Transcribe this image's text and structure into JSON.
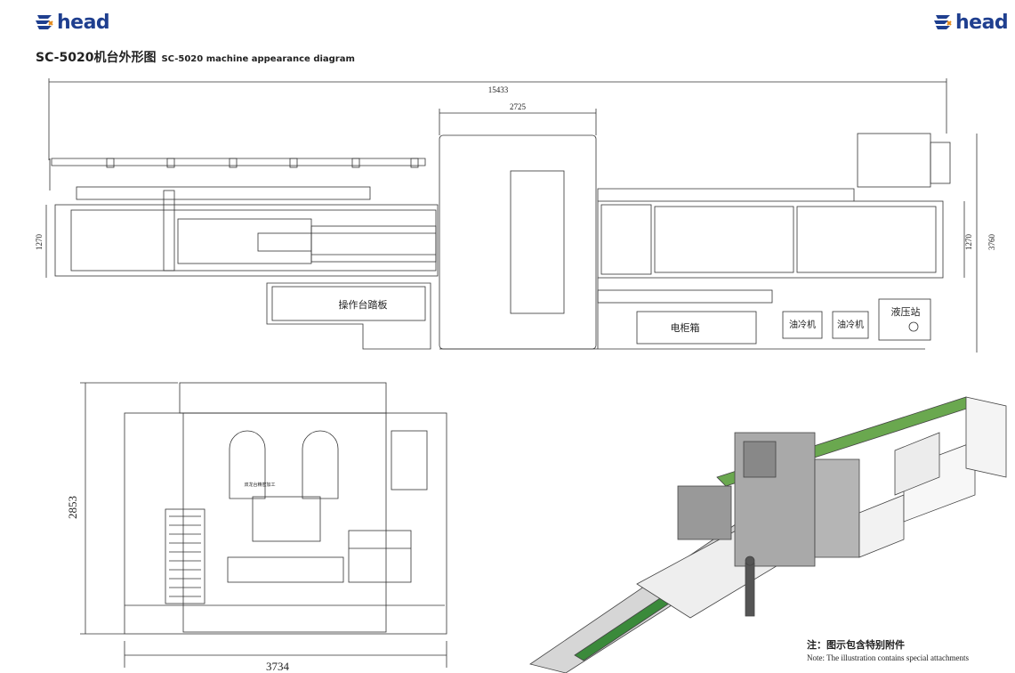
{
  "logo": {
    "text": "head",
    "color": "#1f3f8f"
  },
  "title": {
    "cn": "SC-5020机台外形图",
    "en": "SC-5020 machine appearance diagram"
  },
  "plan_view": {
    "overall_length": "15433",
    "center_width": "2725",
    "left_height": "1270",
    "right_height": "1270",
    "total_height": "3760",
    "labels": {
      "operation_pedal": "操作台踏板",
      "electric_cabinet": "电柜箱",
      "oil_cooler_1": "油冷机",
      "oil_cooler_2": "油冷机",
      "hydraulic_station": "液压站"
    }
  },
  "front_view": {
    "height": "2853",
    "width": "3734",
    "panel_text": "双龙台精密加工"
  },
  "note": {
    "cn": "注：图示包含特别附件",
    "en": "Note: The illustration contains special attachments"
  }
}
